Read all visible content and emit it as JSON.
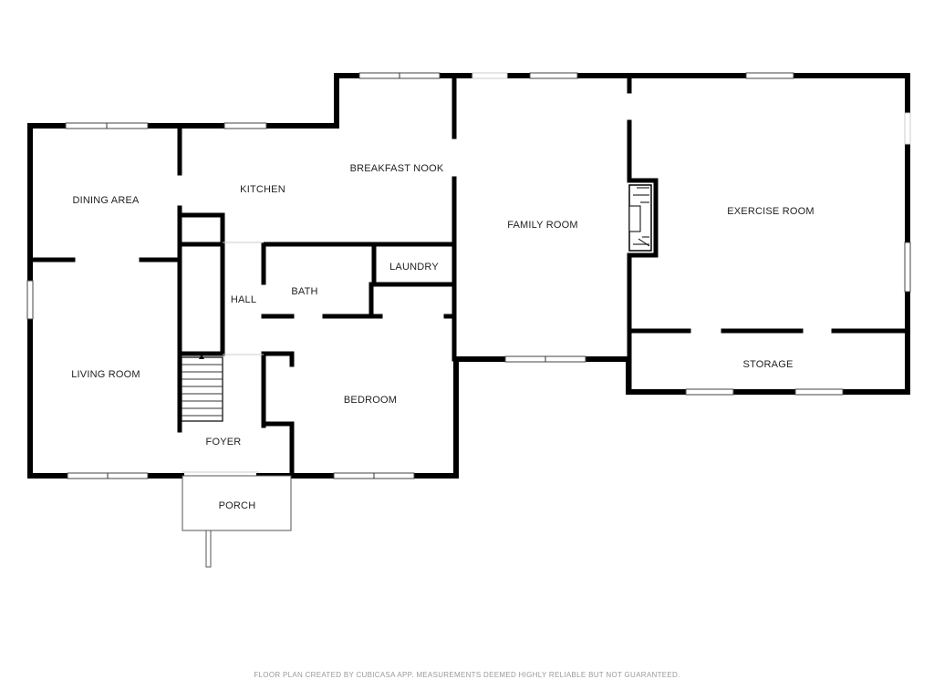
{
  "rooms": {
    "dining_area": "DINING AREA",
    "kitchen": "KITCHEN",
    "breakfast_nook": "BREAKFAST NOOK",
    "family_room": "FAMILY ROOM",
    "exercise_room": "EXERCISE ROOM",
    "laundry": "LAUNDRY",
    "hall": "HALL",
    "bath": "BATH",
    "living_room": "LIVING ROOM",
    "bedroom": "BEDROOM",
    "foyer": "FOYER",
    "storage": "STORAGE",
    "porch": "PORCH"
  },
  "footer": "FLOOR PLAN CREATED BY CUBICASA APP. MEASUREMENTS DEEMED HIGHLY RELIABLE BUT NOT GUARANTEED."
}
